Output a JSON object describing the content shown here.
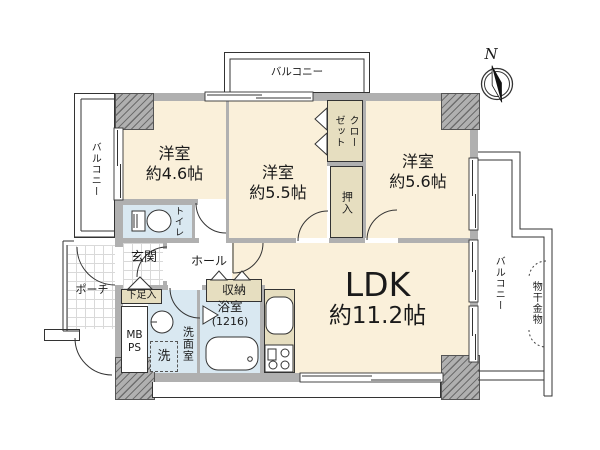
{
  "plan": {
    "compass_label": "N",
    "balcony_top": "バルコニー",
    "balcony_left": "バルコニー",
    "balcony_right": "バルコニー",
    "laundry_hardware": "物干金物",
    "rooms": {
      "bedroom1": {
        "name": "洋室",
        "size": "約4.6帖"
      },
      "bedroom2": {
        "name": "洋室",
        "size": "約5.5帖"
      },
      "bedroom3": {
        "name": "洋室",
        "size": "約5.6帖"
      },
      "ldk": {
        "name": "LDK",
        "size": "約11.2帖"
      },
      "closet": "クロー\nゼット",
      "oshiire": "押入",
      "toilet": "トイレ",
      "hall": "ホール",
      "genkan": "玄関",
      "porch": "ポーチ",
      "shoe_box": "下足入",
      "mb_ps": "MB\nPS",
      "washroom": "洗面室",
      "washer": "洗",
      "bath": {
        "name": "浴室",
        "size": "(1216)"
      },
      "storage": "収納"
    },
    "colors": {
      "room": "#faf0da",
      "closet_fill": "#e6dec0",
      "wet_area": "#d9e8f1",
      "wall": "#b0b0b0"
    }
  }
}
